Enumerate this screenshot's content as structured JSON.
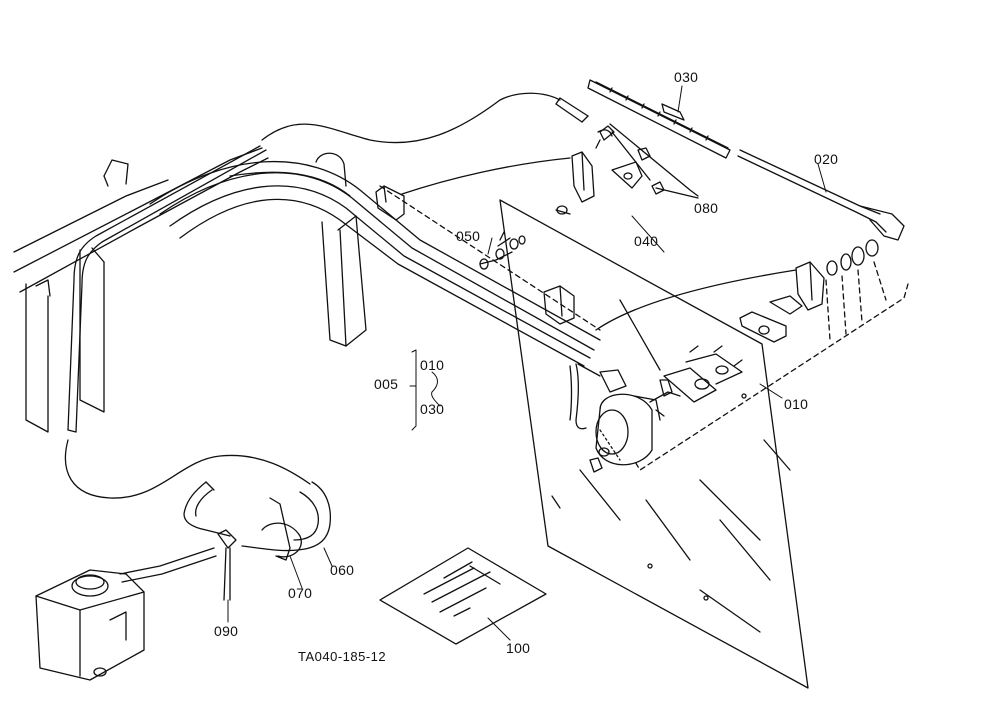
{
  "diagram": {
    "drawing_number": "TA040-185-12",
    "stroke_color": "#111111",
    "background_color": "#ffffff",
    "part_labels": {
      "p005": "005",
      "p010_group": "010",
      "p030_group": "030",
      "p010": "010",
      "p020": "020",
      "p030": "030",
      "p040": "040",
      "p050": "050",
      "p060": "060",
      "p070": "070",
      "p080": "080",
      "p090": "090",
      "p100": "100"
    },
    "parts": [
      {
        "id": "005",
        "icon": "wiper-assembly-bracket"
      },
      {
        "id": "010",
        "icon": "wiper-motor-assembly"
      },
      {
        "id": "020",
        "icon": "wiper-arm"
      },
      {
        "id": "030",
        "icon": "wiper-blade"
      },
      {
        "id": "040",
        "icon": "bracket"
      },
      {
        "id": "050",
        "icon": "bolt"
      },
      {
        "id": "060",
        "icon": "hose"
      },
      {
        "id": "070",
        "icon": "clamp"
      },
      {
        "id": "080",
        "icon": "screw"
      },
      {
        "id": "090",
        "icon": "joint"
      },
      {
        "id": "100",
        "icon": "manual-sheet"
      }
    ]
  }
}
